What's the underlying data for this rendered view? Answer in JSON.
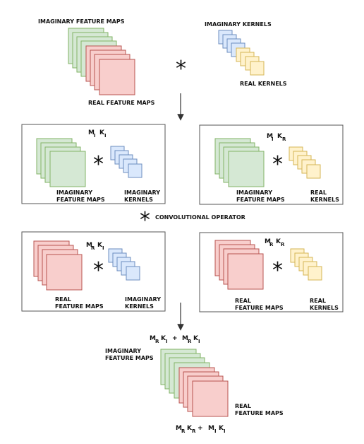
{
  "colors": {
    "imag_fill": "#d5e8d4",
    "imag_stroke": "#82b366",
    "real_fill": "#f8cecc",
    "real_stroke": "#b85450",
    "ikern_fill": "#dae8fc",
    "ikern_stroke": "#6c8ebf",
    "rkern_fill": "#fff2cc",
    "rkern_stroke": "#d6b656",
    "box_stroke": "#555555",
    "arrow": "#333333"
  },
  "labels": {
    "imag_feature_maps": "IMAGINARY FEATURE MAPS",
    "real_feature_maps": "REAL FEATURE MAPS",
    "imag_kernels": "IMAGINARY KERNELS",
    "real_kernels": "REAL KERNELS",
    "imaginary": "IMAGINARY",
    "real": "REAL",
    "feature_maps": "FEATURE MAPS",
    "kernels": "KERNELS",
    "conv_operator": "CONVOLUTIONAL OPERATOR",
    "asterisk": "*"
  },
  "math": {
    "M": "M",
    "K": "K",
    "I": "I",
    "R": "R",
    "plus": "+"
  }
}
